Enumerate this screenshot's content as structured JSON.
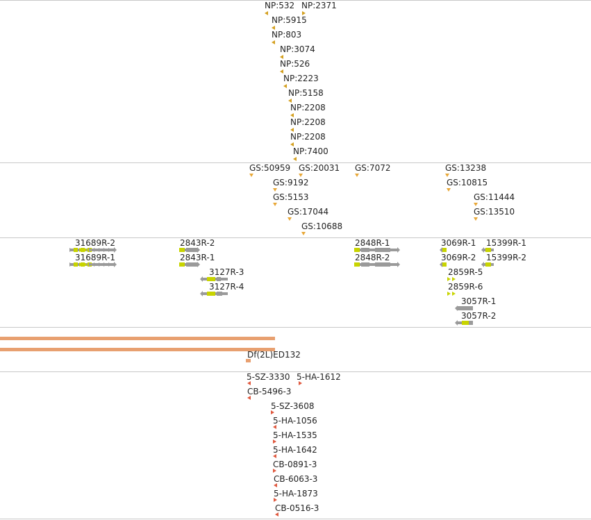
{
  "colors": {
    "np_marker": "#d4a020",
    "gs_marker": "#e8a838",
    "transcript_grey": "#9a9a9a",
    "exon_green": "#c8d400",
    "deficiency": "#e8a070",
    "insertion_red": "#e05a40",
    "divider": "#c8c8c8"
  },
  "tracks": {
    "np": {
      "features": [
        {
          "label": "NP:532",
          "dir": "left"
        },
        {
          "label": "NP:2371",
          "dir": "right"
        },
        {
          "label": "NP:5915",
          "dir": "left"
        },
        {
          "label": "NP:803",
          "dir": "left"
        },
        {
          "label": "NP:3074",
          "dir": "left"
        },
        {
          "label": "NP:526",
          "dir": "left"
        },
        {
          "label": "NP:2223",
          "dir": "left"
        },
        {
          "label": "NP:5158",
          "dir": "left"
        },
        {
          "label": "NP:2208",
          "dir": "left"
        },
        {
          "label": "NP:2208",
          "dir": "left"
        },
        {
          "label": "NP:2208",
          "dir": "left"
        },
        {
          "label": "NP:7400",
          "dir": "left"
        }
      ]
    },
    "gs": {
      "features": [
        {
          "label": "GS:50959"
        },
        {
          "label": "GS:20031"
        },
        {
          "label": "GS:7072"
        },
        {
          "label": "GS:13238"
        },
        {
          "label": "GS:9192"
        },
        {
          "label": "GS:10815"
        },
        {
          "label": "GS:5153"
        },
        {
          "label": "GS:11444"
        },
        {
          "label": "GS:17044"
        },
        {
          "label": "GS:13510"
        },
        {
          "label": "GS:10688"
        }
      ]
    },
    "transcripts": {
      "features": [
        {
          "label": "31689R-2"
        },
        {
          "label": "31689R-1"
        },
        {
          "label": "2843R-2"
        },
        {
          "label": "2843R-1"
        },
        {
          "label": "3127R-3"
        },
        {
          "label": "3127R-4"
        },
        {
          "label": "2848R-1"
        },
        {
          "label": "2848R-2"
        },
        {
          "label": "3069R-1"
        },
        {
          "label": "3069R-2"
        },
        {
          "label": "15399R-1"
        },
        {
          "label": "15399R-2"
        },
        {
          "label": "2859R-5"
        },
        {
          "label": "2859R-6"
        },
        {
          "label": "3057R-1"
        },
        {
          "label": "3057R-2"
        }
      ]
    },
    "deficiency": {
      "features": [
        {
          "label": "Df(2L)ED132"
        }
      ]
    },
    "insertions": {
      "features": [
        {
          "label": "5-SZ-3330",
          "dir": "left"
        },
        {
          "label": "5-HA-1612",
          "dir": "right"
        },
        {
          "label": "CB-5496-3",
          "dir": "left"
        },
        {
          "label": "5-SZ-3608",
          "dir": "right"
        },
        {
          "label": "5-HA-1056",
          "dir": "left"
        },
        {
          "label": "5-HA-1535",
          "dir": "right"
        },
        {
          "label": "5-HA-1642",
          "dir": "left"
        },
        {
          "label": "CB-0891-3",
          "dir": "right"
        },
        {
          "label": "CB-6063-3",
          "dir": "left"
        },
        {
          "label": "5-HA-1873",
          "dir": "right"
        },
        {
          "label": "CB-0516-3",
          "dir": "left"
        }
      ]
    }
  }
}
